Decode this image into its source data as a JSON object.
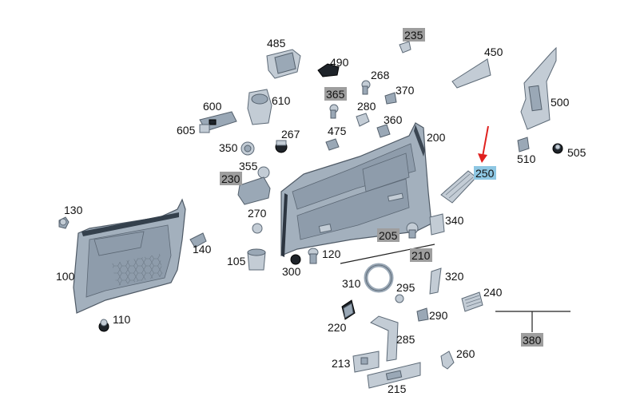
{
  "diagram": {
    "labels": [
      {
        "id": "130",
        "text": "130",
        "style": "plain"
      },
      {
        "id": "100",
        "text": "100",
        "style": "plain"
      },
      {
        "id": "110",
        "text": "110",
        "style": "plain"
      },
      {
        "id": "140",
        "text": "140",
        "style": "plain"
      },
      {
        "id": "230",
        "text": "230",
        "style": "highlight"
      },
      {
        "id": "270",
        "text": "270",
        "style": "plain"
      },
      {
        "id": "105",
        "text": "105",
        "style": "plain"
      },
      {
        "id": "300",
        "text": "300",
        "style": "plain"
      },
      {
        "id": "120",
        "text": "120",
        "style": "plain"
      },
      {
        "id": "485",
        "text": "485",
        "style": "plain"
      },
      {
        "id": "490",
        "text": "490",
        "style": "plain"
      },
      {
        "id": "235",
        "text": "235",
        "style": "highlight"
      },
      {
        "id": "268",
        "text": "268",
        "style": "plain"
      },
      {
        "id": "370",
        "text": "370",
        "style": "plain"
      },
      {
        "id": "365",
        "text": "365",
        "style": "highlight"
      },
      {
        "id": "280",
        "text": "280",
        "style": "plain"
      },
      {
        "id": "360",
        "text": "360",
        "style": "plain"
      },
      {
        "id": "475",
        "text": "475",
        "style": "plain"
      },
      {
        "id": "600",
        "text": "600",
        "style": "plain"
      },
      {
        "id": "610",
        "text": "610",
        "style": "plain"
      },
      {
        "id": "605",
        "text": "605",
        "style": "plain"
      },
      {
        "id": "350",
        "text": "350",
        "style": "plain"
      },
      {
        "id": "267",
        "text": "267",
        "style": "plain"
      },
      {
        "id": "355",
        "text": "355",
        "style": "plain"
      },
      {
        "id": "200",
        "text": "200",
        "style": "plain"
      },
      {
        "id": "450",
        "text": "450",
        "style": "plain"
      },
      {
        "id": "500",
        "text": "500",
        "style": "plain"
      },
      {
        "id": "510",
        "text": "510",
        "style": "plain"
      },
      {
        "id": "505",
        "text": "505",
        "style": "plain"
      },
      {
        "id": "250",
        "text": "250",
        "style": "selected"
      },
      {
        "id": "340",
        "text": "340",
        "style": "plain"
      },
      {
        "id": "205",
        "text": "205",
        "style": "highlight"
      },
      {
        "id": "210",
        "text": "210",
        "style": "highlight"
      },
      {
        "id": "310",
        "text": "310",
        "style": "plain"
      },
      {
        "id": "295",
        "text": "295",
        "style": "plain"
      },
      {
        "id": "320",
        "text": "320",
        "style": "plain"
      },
      {
        "id": "240",
        "text": "240",
        "style": "plain"
      },
      {
        "id": "290",
        "text": "290",
        "style": "plain"
      },
      {
        "id": "220",
        "text": "220",
        "style": "plain"
      },
      {
        "id": "285",
        "text": "285",
        "style": "plain"
      },
      {
        "id": "380",
        "text": "380",
        "style": "highlight"
      },
      {
        "id": "260",
        "text": "260",
        "style": "plain"
      },
      {
        "id": "213",
        "text": "213",
        "style": "plain"
      },
      {
        "id": "215",
        "text": "215",
        "style": "plain"
      }
    ],
    "colors": {
      "highlight": "#9e9e9e",
      "selected": "#8ec7e3",
      "arrow": "#e0201e"
    }
  }
}
